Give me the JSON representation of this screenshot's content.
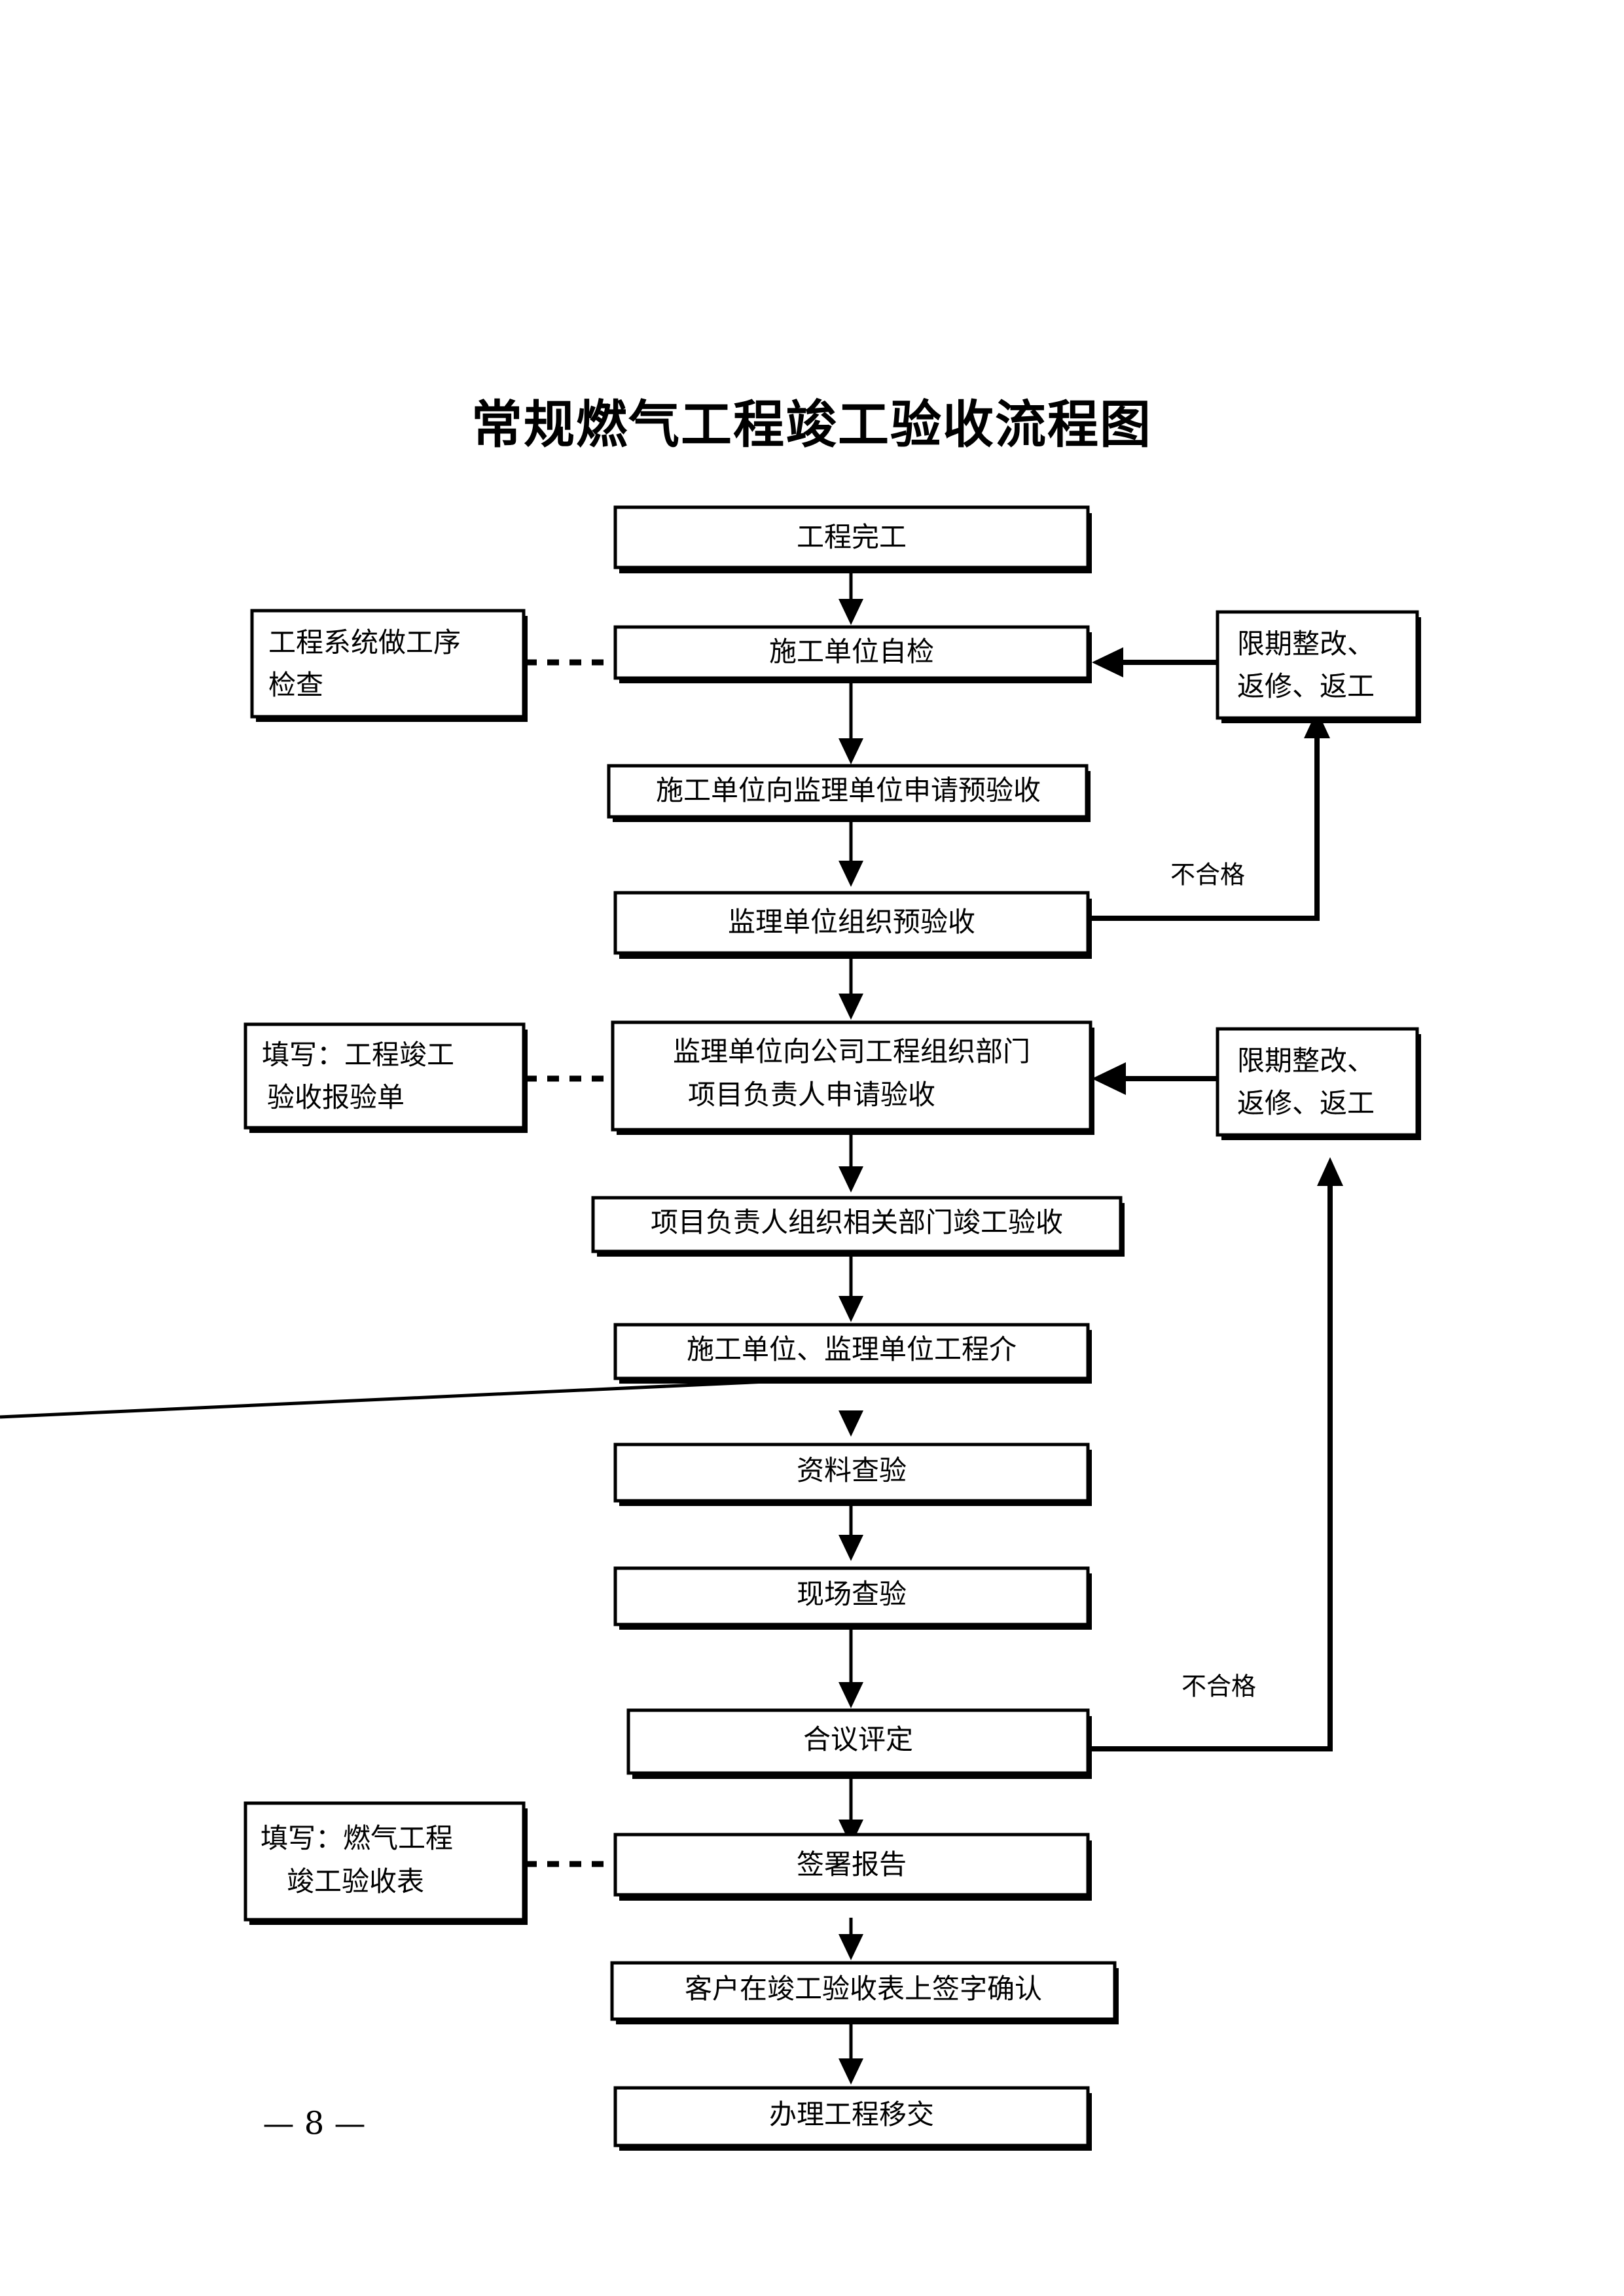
{
  "document": {
    "title": "常规燃气工程竣工验收流程图",
    "page_number": "— 8 —"
  },
  "chart_data": {
    "type": "flowchart",
    "title": "常规燃气工程竣工验收流程图",
    "orientation": "top-to-bottom",
    "nodes": [
      {
        "id": "n1",
        "label": "工程完工",
        "role": "process",
        "column": "main"
      },
      {
        "id": "n2",
        "label": "施工单位自检",
        "role": "process",
        "column": "main"
      },
      {
        "id": "n3",
        "label": "施工单位向监理单位申请预验收",
        "role": "process",
        "column": "main"
      },
      {
        "id": "n4",
        "label": "监理单位组织预验收",
        "role": "process",
        "column": "main"
      },
      {
        "id": "n5",
        "label": "监理单位向公司工程组织部门项目负责人申请验收",
        "role": "process",
        "column": "main",
        "lines": [
          "监理单位向公司工程组织部门",
          "项目负责人申请验收"
        ]
      },
      {
        "id": "n6",
        "label": "项目负责人组织相关部门竣工验收",
        "role": "process",
        "column": "main"
      },
      {
        "id": "n7",
        "label": "施工单位、监理单位工程介",
        "role": "process",
        "column": "main"
      },
      {
        "id": "n8",
        "label": "资料查验",
        "role": "process",
        "column": "main"
      },
      {
        "id": "n9",
        "label": "现场查验",
        "role": "process",
        "column": "main"
      },
      {
        "id": "n10",
        "label": "合议评定",
        "role": "process",
        "column": "main"
      },
      {
        "id": "n11",
        "label": "签署报告",
        "role": "process",
        "column": "main"
      },
      {
        "id": "n12",
        "label": "客户在竣工验收表上签字确认",
        "role": "process",
        "column": "main"
      },
      {
        "id": "n13",
        "label": "办理工程移交",
        "role": "process",
        "column": "main"
      },
      {
        "id": "L1",
        "label": "工程系统做工序检查",
        "role": "note",
        "column": "left",
        "lines": [
          "工程系统做工序",
          "检查"
        ]
      },
      {
        "id": "L2",
        "label": "填写：工程竣工验收报验单",
        "role": "note",
        "column": "left",
        "lines": [
          "填写：工程竣工",
          "验收报验单"
        ]
      },
      {
        "id": "L3",
        "label": "填写：燃气工程竣工验收表",
        "role": "note",
        "column": "left",
        "lines": [
          "填写：燃气工程",
          "竣工验收表"
        ]
      },
      {
        "id": "R1",
        "label": "限期整改、返修、返工",
        "role": "rework",
        "column": "right",
        "lines": [
          "限期整改、",
          "返修、返工"
        ]
      },
      {
        "id": "R2",
        "label": "限期整改、返修、返工",
        "role": "rework",
        "column": "right",
        "lines": [
          "限期整改、",
          "返修、返工"
        ]
      }
    ],
    "edges": [
      {
        "from": "n1",
        "to": "n2",
        "label": "",
        "style": "solid-arrow"
      },
      {
        "from": "n2",
        "to": "n3",
        "label": "",
        "style": "solid-arrow"
      },
      {
        "from": "n3",
        "to": "n4",
        "label": "",
        "style": "solid-arrow"
      },
      {
        "from": "n4",
        "to": "n5",
        "label": "",
        "style": "solid-arrow"
      },
      {
        "from": "n5",
        "to": "n6",
        "label": "",
        "style": "solid-arrow"
      },
      {
        "from": "n6",
        "to": "n7",
        "label": "",
        "style": "solid-arrow"
      },
      {
        "from": "n7",
        "to": "n8",
        "label": "",
        "style": "solid-arrow"
      },
      {
        "from": "n8",
        "to": "n9",
        "label": "",
        "style": "solid-arrow"
      },
      {
        "from": "n9",
        "to": "n10",
        "label": "",
        "style": "solid-arrow"
      },
      {
        "from": "n10",
        "to": "n11",
        "label": "",
        "style": "solid-arrow"
      },
      {
        "from": "n11",
        "to": "n12",
        "label": "",
        "style": "solid-arrow"
      },
      {
        "from": "n12",
        "to": "n13",
        "label": "",
        "style": "solid-arrow"
      },
      {
        "from": "n4",
        "to": "R1",
        "label": "不合格",
        "style": "elbow-arrow"
      },
      {
        "from": "R1",
        "to": "n2",
        "label": "",
        "style": "solid-arrow"
      },
      {
        "from": "n10",
        "to": "R2",
        "label": "不合格",
        "style": "elbow-arrow"
      },
      {
        "from": "R2",
        "to": "n5",
        "label": "",
        "style": "solid-arrow"
      },
      {
        "from": "L1",
        "to": "n2",
        "label": "",
        "style": "dashed"
      },
      {
        "from": "L2",
        "to": "n5",
        "label": "",
        "style": "dashed"
      },
      {
        "from": "L3",
        "to": "n11",
        "label": "",
        "style": "dashed"
      }
    ],
    "edge_labels": [
      "不合格",
      "不合格"
    ]
  },
  "colors": {
    "ink": "#000000",
    "paper": "#ffffff"
  }
}
